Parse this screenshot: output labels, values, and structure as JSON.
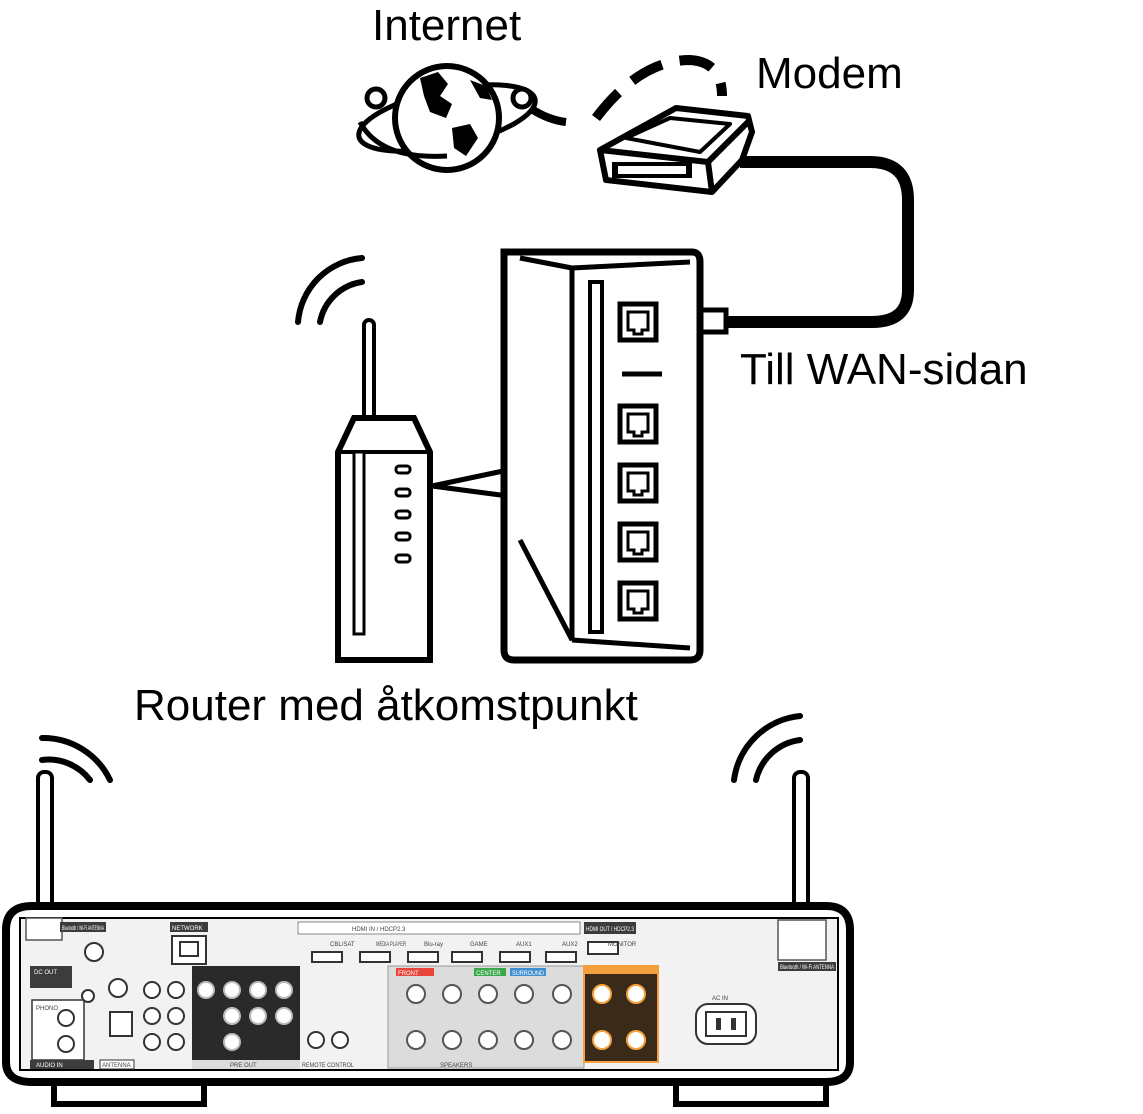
{
  "labels": {
    "internet": "Internet",
    "modem": "Modem",
    "wan": "Till WAN-sidan",
    "router": "Router med åtkomstpunkt"
  },
  "receiver_panel": {
    "network": "NETWORK",
    "hdmi_in": "HDMI IN / HDCP2.3",
    "hdmi_out": "HDMI OUT / HDCP2.3",
    "monitor": "MONITOR",
    "bt_antenna_left": "Bluetooth / Wi-Fi ANTENNA",
    "bt_antenna_right": "Bluetooth / Wi-Fi ANTENNA",
    "dc_out": "DC OUT",
    "phono": "PHONO",
    "audio_in": "AUDIO IN",
    "antenna": "ANTENNA",
    "pre_out": "PRE OUT",
    "remote_control": "REMOTE CONTROL",
    "speakers": "SPEAKERS",
    "front": "FRONT",
    "center": "CENTER",
    "surround": "SURROUND",
    "ac_in": "AC IN",
    "hdmi_inputs": [
      "CBL/SAT",
      "MEDIA PLAYER",
      "Blu-ray",
      "GAME",
      "AUX1",
      "AUX2"
    ]
  },
  "colors": {
    "line": "#000000",
    "panel_fill": "#f2f2f2",
    "speaker_orange": "#f5a03c",
    "center_green": "#3ca64b",
    "surround_blue": "#3f8fd0",
    "surround_back_gray": "#8c8c8c",
    "front_red": "#e8453c",
    "dark_block": "#222222"
  }
}
